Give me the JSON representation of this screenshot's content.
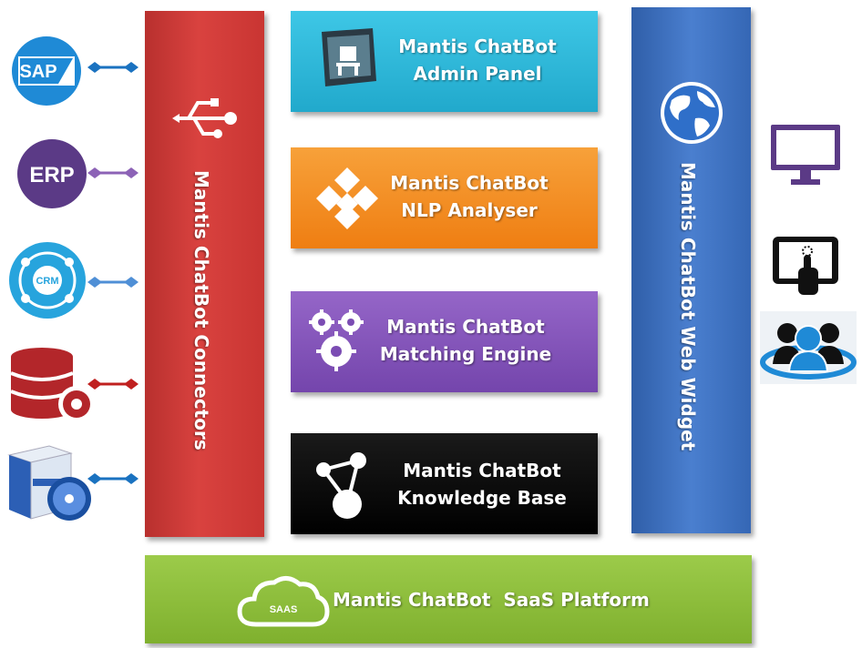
{
  "connectors_label": "Mantis ChatBot Connectors",
  "widget_label": "Mantis ChatBot Web Widget",
  "boxes": {
    "admin": [
      "Mantis ChatBot",
      "Admin Panel"
    ],
    "nlp": [
      "Mantis ChatBot",
      "NLP Analyser"
    ],
    "matching": [
      "Mantis ChatBot",
      "Matching Engine"
    ],
    "kb": [
      "Mantis ChatBot",
      "Knowledge Base"
    ]
  },
  "saas_label": "Mantis ChatBot  SaaS Platform",
  "saas_cloud_text": "SAAS",
  "sources": {
    "sap": "SAP",
    "erp": "ERP",
    "crm": "CRM"
  },
  "colors": {
    "connectors": "#d9423f",
    "widget": "#4a7fcf",
    "admin": "#21a9cc",
    "nlp": "#ef7e12",
    "matching": "#7445ac",
    "kb": "#000000",
    "saas": "#8cbf3a"
  }
}
